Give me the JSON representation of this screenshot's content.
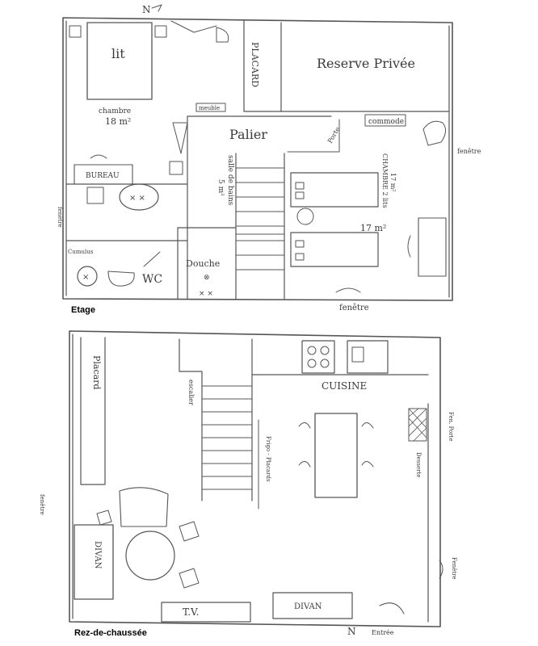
{
  "captions": {
    "upper_floor": "Etage",
    "ground_floor": "Rez-de-chaussée"
  },
  "upper": {
    "north": "N",
    "bed_master": "lit",
    "closet": "PLACARD",
    "reserve": "Reserve Privée",
    "chambre_label": "chambre",
    "chambre_area": "18 m²",
    "meuble": "meuble",
    "commode": "commode",
    "palier": "Palier",
    "porte": "Porte",
    "fenetre_right": "fenêtre",
    "bureau": "BUREAU",
    "salle_de_bains": "salle de bains",
    "salle_area": "5 m²",
    "chambre2_label": "CHAMBRE 2 lits",
    "chambre2_area": "17 m²",
    "room2_area": "17 m²",
    "fenetre_left": "fenêtre",
    "cumulus": "Cumulus",
    "douche": "Douche",
    "wc": "WC",
    "fenetre_bottom": "fenêtre"
  },
  "ground": {
    "placard": "Placard",
    "escalier": "escalier",
    "cuisine": "CUISINE",
    "frigo_placard": "Frigo - Placards",
    "fenetre_porte": "Fen. Porte",
    "desserte": "Desserte",
    "fenetre_left": "fenêtre",
    "divan_left": "DIVAN",
    "fenetre_right": "Fenêtre",
    "tv": "T.V.",
    "divan_bottom": "DIVAN",
    "north": "N",
    "entree": "Entrée"
  }
}
